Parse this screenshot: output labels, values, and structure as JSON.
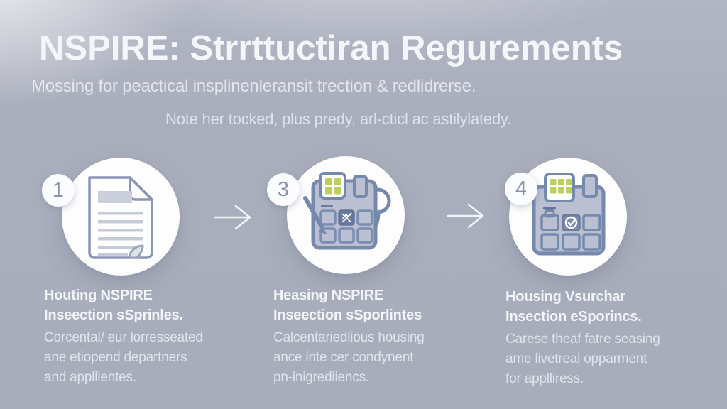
{
  "header": {
    "title": "NSPIRE: Strrttuctiran Regurements",
    "subtitle_line1": "Mossing for peactical insplinenleransit trection & redlidrerse.",
    "subtitle_line2": "Note her tocked, plus predy, arl-cticl ac astilylatedy."
  },
  "steps": [
    {
      "number": "1",
      "icon": "document-icon",
      "heading_lines": [
        "Houting NSPIRE",
        "Inseection sSprinles."
      ],
      "body_lines": [
        "Corcental/ eur lorresseated",
        "ane etiopend departners",
        "and appllientes."
      ]
    },
    {
      "number": "3",
      "icon": "inspection-checklist-icon",
      "heading_lines": [
        "Heasing NSPIRE",
        "Inseection sSporlintes"
      ],
      "body_lines": [
        "Calcentariedlious housing",
        "ance inte cer condynent",
        "pn-inigrediiencs."
      ]
    },
    {
      "number": "4",
      "icon": "calendar-checkmark-icon",
      "heading_lines": [
        "Housing Vsurchar",
        "Insection eSporincs."
      ],
      "body_lines": [
        "Carese theaf fatre seasing",
        "ame livetreal opparment",
        "for applliress."
      ]
    }
  ],
  "colors": {
    "background": "#a8adbb",
    "circle_fill": "#fdfdfe",
    "icon_stroke": "#7589ad",
    "icon_body_fill": "#bac0d1",
    "accent_green": "#bdd05e",
    "title_text": "#f5f6fa",
    "secondary_text": "#eaedf5",
    "arrow": "#f2f4f8"
  }
}
